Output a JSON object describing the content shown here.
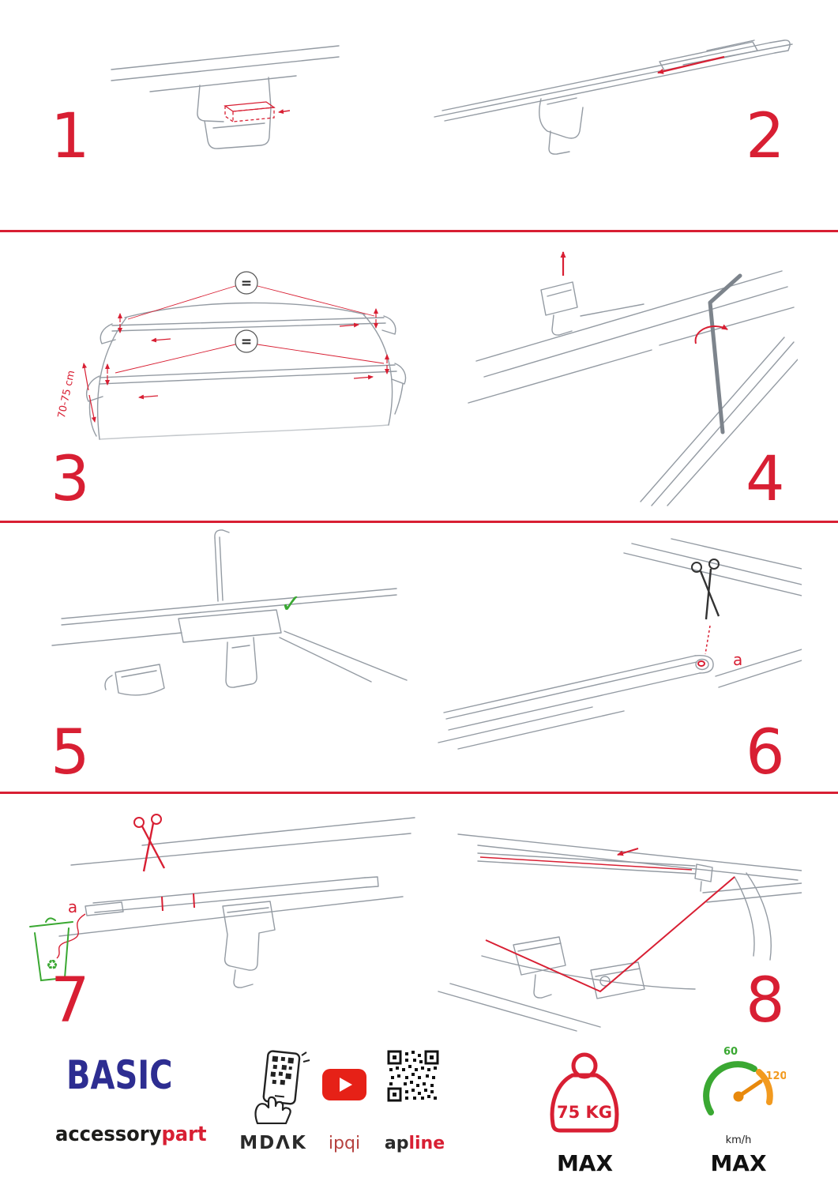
{
  "colors": {
    "accent_red": "#d81f33",
    "brand_blue": "#2d2d91",
    "drawing_gray": "#949ba3",
    "green": "#3aa832",
    "orange": "#f29a1f",
    "youtube_red": "#e62117",
    "ink": "#1d1d1b"
  },
  "icons": {
    "check_glyph": "✓",
    "recycle_glyph": "♻"
  },
  "steps": [
    {
      "number": "1"
    },
    {
      "number": "2"
    },
    {
      "number": "3",
      "dimension_label": "70-75 cm",
      "equals_top": "=",
      "equals_bottom": "="
    },
    {
      "number": "4"
    },
    {
      "number": "5"
    },
    {
      "number": "6",
      "part_label": "a"
    },
    {
      "number": "7",
      "part_label": "a"
    },
    {
      "number": "8"
    }
  ],
  "footer": {
    "product_line": "BASIC",
    "brand_black": "accessory",
    "brand_red": "part",
    "partner_mdak": "MDΛK",
    "partner_ipqi": "ipqi",
    "partner_apline_black": "ap",
    "partner_apline_red": "line",
    "max_load": "75 KG",
    "max_load_label": "MAX",
    "speed_tick_low": "60",
    "speed_tick_high": "120",
    "speed_unit": "km/h",
    "speed_label": "MAX"
  }
}
